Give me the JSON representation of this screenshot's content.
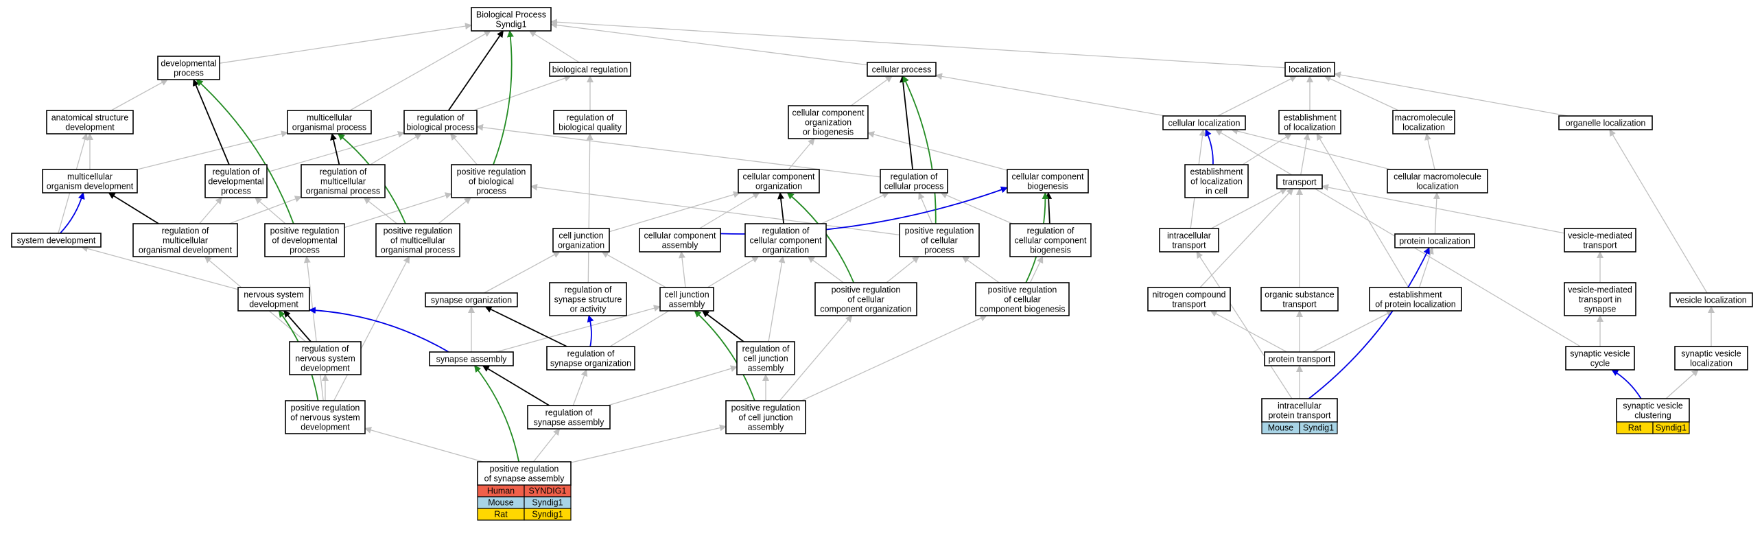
{
  "title": "GO Biological Process graph for Syndig1",
  "colors": {
    "is_a": "#c0c0c0",
    "part_of": "#000000",
    "positively_regulates": "#228b22",
    "regulates": "#0000e6",
    "human": "#f0604a",
    "mouse": "#a8d4e6",
    "rat": "#ffd700"
  },
  "nodes": [
    {
      "id": "bp",
      "lines": [
        "Biological Process",
        "Syndig1"
      ]
    },
    {
      "id": "dev",
      "lines": [
        "developmental",
        "process"
      ]
    },
    {
      "id": "bioreg",
      "lines": [
        "biological regulation"
      ]
    },
    {
      "id": "cellproc",
      "lines": [
        "cellular process"
      ]
    },
    {
      "id": "loc",
      "lines": [
        "localization"
      ]
    },
    {
      "id": "anat",
      "lines": [
        "anatomical structure",
        "development"
      ]
    },
    {
      "id": "multiproc",
      "lines": [
        "multicellular",
        "organismal process"
      ]
    },
    {
      "id": "regbio",
      "lines": [
        "regulation of",
        "biological process"
      ]
    },
    {
      "id": "regquality",
      "lines": [
        "regulation of",
        "biological quality"
      ]
    },
    {
      "id": "ccob",
      "lines": [
        "cellular component",
        "organization",
        "or biogenesis"
      ]
    },
    {
      "id": "cellloc",
      "lines": [
        "cellular localization"
      ]
    },
    {
      "id": "estloc",
      "lines": [
        "establishment",
        "of localization"
      ]
    },
    {
      "id": "macroloc",
      "lines": [
        "macromolecule",
        "localization"
      ]
    },
    {
      "id": "orgloc",
      "lines": [
        "organelle localization"
      ]
    },
    {
      "id": "multidev",
      "lines": [
        "multicellular",
        "organism development"
      ]
    },
    {
      "id": "regdev",
      "lines": [
        "regulation of",
        "developmental",
        "process"
      ]
    },
    {
      "id": "regmulti",
      "lines": [
        "regulation of",
        "multicellular",
        "organismal process"
      ]
    },
    {
      "id": "posregbio",
      "lines": [
        "positive regulation",
        "of biological",
        "process"
      ]
    },
    {
      "id": "ccorg",
      "lines": [
        "cellular component",
        "organization"
      ]
    },
    {
      "id": "regcell",
      "lines": [
        "regulation of",
        "cellular process"
      ]
    },
    {
      "id": "ccbio",
      "lines": [
        "cellular component",
        "biogenesis"
      ]
    },
    {
      "id": "estlocincell",
      "lines": [
        "establishment",
        "of localization",
        "in cell"
      ]
    },
    {
      "id": "transport",
      "lines": [
        "transport"
      ]
    },
    {
      "id": "cellmacroloc",
      "lines": [
        "cellular macromolecule",
        "localization"
      ]
    },
    {
      "id": "sysdev",
      "lines": [
        "system development"
      ]
    },
    {
      "id": "regmultidev",
      "lines": [
        "regulation of",
        "multicellular",
        "organismal development"
      ]
    },
    {
      "id": "posregdev",
      "lines": [
        "positive regulation",
        "of developmental",
        "process"
      ]
    },
    {
      "id": "posregmulti",
      "lines": [
        "positive regulation",
        "of multicellular",
        "organismal process"
      ]
    },
    {
      "id": "cjorg",
      "lines": [
        "cell junction",
        "organization"
      ]
    },
    {
      "id": "ccassembly",
      "lines": [
        "cellular component",
        "assembly"
      ]
    },
    {
      "id": "regccorg",
      "lines": [
        "regulation of",
        "cellular component",
        "organization"
      ]
    },
    {
      "id": "posregcell",
      "lines": [
        "positive regulation",
        "of cellular",
        "process"
      ]
    },
    {
      "id": "regccbio",
      "lines": [
        "regulation of",
        "cellular component",
        "biogenesis"
      ]
    },
    {
      "id": "intratrans",
      "lines": [
        "intracellular",
        "transport"
      ]
    },
    {
      "id": "protloc",
      "lines": [
        "protein localization"
      ]
    },
    {
      "id": "vesmed",
      "lines": [
        "vesicle-mediated",
        "transport"
      ]
    },
    {
      "id": "nsdev",
      "lines": [
        "nervous system",
        "development"
      ]
    },
    {
      "id": "synorg",
      "lines": [
        "synapse organization"
      ]
    },
    {
      "id": "regsynstruct",
      "lines": [
        "regulation of",
        "synapse structure",
        "or activity"
      ]
    },
    {
      "id": "cjassembly",
      "lines": [
        "cell junction",
        "assembly"
      ]
    },
    {
      "id": "posregccorg",
      "lines": [
        "positive regulation",
        "of cellular",
        "component organization"
      ]
    },
    {
      "id": "posregccbio",
      "lines": [
        "positive regulation",
        "of cellular",
        "component biogenesis"
      ]
    },
    {
      "id": "nitro",
      "lines": [
        "nitrogen compound",
        "transport"
      ]
    },
    {
      "id": "orgsub",
      "lines": [
        "organic substance",
        "transport"
      ]
    },
    {
      "id": "estprotloc",
      "lines": [
        "establishment",
        "of protein localization"
      ]
    },
    {
      "id": "vesmedsyn",
      "lines": [
        "vesicle-mediated",
        "transport in",
        "synapse"
      ]
    },
    {
      "id": "vesloc",
      "lines": [
        "vesicle localization"
      ]
    },
    {
      "id": "regnsdev",
      "lines": [
        "regulation of",
        "nervous system",
        "development"
      ]
    },
    {
      "id": "synassembly",
      "lines": [
        "synapse assembly"
      ]
    },
    {
      "id": "regsynorg",
      "lines": [
        "regulation of",
        "synapse organization"
      ]
    },
    {
      "id": "regcjassembly",
      "lines": [
        "regulation of",
        "cell junction",
        "assembly"
      ]
    },
    {
      "id": "prottrans",
      "lines": [
        "protein transport"
      ]
    },
    {
      "id": "synvescycle",
      "lines": [
        "synaptic vesicle",
        "cycle"
      ]
    },
    {
      "id": "synvesloc",
      "lines": [
        "synaptic vesicle",
        "localization"
      ]
    },
    {
      "id": "posregnsdev",
      "lines": [
        "positive regulation",
        "of nervous system",
        "development"
      ]
    },
    {
      "id": "regsynassembly",
      "lines": [
        "regulation of",
        "synapse assembly"
      ]
    },
    {
      "id": "posregcjassembly",
      "lines": [
        "positive regulation",
        "of cell junction",
        "assembly"
      ]
    },
    {
      "id": "intraprot",
      "lines": [
        "intracellular",
        "protein transport"
      ]
    },
    {
      "id": "synvesclust",
      "lines": [
        "synaptic vesicle",
        "clustering"
      ]
    },
    {
      "id": "posregsynassembly",
      "lines": [
        "positive regulation",
        "of synapse assembly"
      ]
    }
  ],
  "annotations": [
    {
      "node": "posregsynassembly",
      "rows": [
        {
          "species": "Human",
          "gene": "SYNDIG1",
          "color": "human"
        },
        {
          "species": "Mouse",
          "gene": "Syndig1",
          "color": "mouse"
        },
        {
          "species": "Rat",
          "gene": "Syndig1",
          "color": "rat"
        }
      ]
    },
    {
      "node": "intraprot",
      "rows": [
        {
          "species": "Mouse",
          "gene": "Syndig1",
          "color": "mouse"
        }
      ]
    },
    {
      "node": "synvesclust",
      "rows": [
        {
          "species": "Rat",
          "gene": "Syndig1",
          "color": "rat"
        }
      ]
    }
  ],
  "edges": [
    [
      "dev",
      "bp",
      "is_a"
    ],
    [
      "bioreg",
      "bp",
      "is_a"
    ],
    [
      "cellproc",
      "bp",
      "is_a"
    ],
    [
      "loc",
      "bp",
      "is_a"
    ],
    [
      "anat",
      "dev",
      "is_a"
    ],
    [
      "multiproc",
      "bp",
      "is_a"
    ],
    [
      "regbio",
      "bioreg",
      "is_a"
    ],
    [
      "regbio",
      "bp",
      "part_of"
    ],
    [
      "regquality",
      "bioreg",
      "is_a"
    ],
    [
      "ccob",
      "cellproc",
      "is_a"
    ],
    [
      "cellloc",
      "loc",
      "is_a"
    ],
    [
      "cellloc",
      "cellproc",
      "is_a"
    ],
    [
      "estloc",
      "loc",
      "is_a"
    ],
    [
      "macroloc",
      "loc",
      "is_a"
    ],
    [
      "orgloc",
      "loc",
      "is_a"
    ],
    [
      "multidev",
      "anat",
      "is_a"
    ],
    [
      "multidev",
      "multiproc",
      "is_a"
    ],
    [
      "regdev",
      "regbio",
      "is_a"
    ],
    [
      "regdev",
      "dev",
      "part_of"
    ],
    [
      "regmulti",
      "regbio",
      "is_a"
    ],
    [
      "regmulti",
      "multiproc",
      "part_of"
    ],
    [
      "posregbio",
      "regbio",
      "is_a"
    ],
    [
      "posregbio",
      "bp",
      "positively_regulates"
    ],
    [
      "ccorg",
      "ccob",
      "is_a"
    ],
    [
      "regcell",
      "regbio",
      "is_a"
    ],
    [
      "regcell",
      "cellproc",
      "part_of"
    ],
    [
      "ccbio",
      "ccob",
      "is_a"
    ],
    [
      "estlocincell",
      "cellloc",
      "regulates"
    ],
    [
      "estlocincell",
      "estloc",
      "is_a"
    ],
    [
      "transport",
      "estloc",
      "is_a"
    ],
    [
      "cellmacroloc",
      "macroloc",
      "is_a"
    ],
    [
      "cellmacroloc",
      "cellloc",
      "is_a"
    ],
    [
      "sysdev",
      "multidev",
      "regulates"
    ],
    [
      "sysdev",
      "anat",
      "is_a"
    ],
    [
      "regmultidev",
      "multidev",
      "part_of"
    ],
    [
      "regmultidev",
      "regdev",
      "is_a"
    ],
    [
      "regmultidev",
      "regmulti",
      "is_a"
    ],
    [
      "posregdev",
      "regdev",
      "is_a"
    ],
    [
      "posregdev",
      "posregbio",
      "is_a"
    ],
    [
      "posregdev",
      "dev",
      "positively_regulates"
    ],
    [
      "posregmulti",
      "regmulti",
      "is_a"
    ],
    [
      "posregmulti",
      "posregbio",
      "is_a"
    ],
    [
      "posregmulti",
      "multiproc",
      "positively_regulates"
    ],
    [
      "cjorg",
      "ccorg",
      "is_a"
    ],
    [
      "ccassembly",
      "ccorg",
      "is_a"
    ],
    [
      "ccassembly",
      "ccbio",
      "regulates"
    ],
    [
      "regccorg",
      "regcell",
      "is_a"
    ],
    [
      "regccorg",
      "ccorg",
      "part_of"
    ],
    [
      "posregcell",
      "regcell",
      "is_a"
    ],
    [
      "posregcell",
      "posregbio",
      "is_a"
    ],
    [
      "posregcell",
      "cellproc",
      "positively_regulates"
    ],
    [
      "regccbio",
      "regcell",
      "is_a"
    ],
    [
      "regccbio",
      "ccbio",
      "part_of"
    ],
    [
      "intratrans",
      "transport",
      "is_a"
    ],
    [
      "intratrans",
      "cellloc",
      "is_a"
    ],
    [
      "protloc",
      "cellmacroloc",
      "is_a"
    ],
    [
      "vesmed",
      "transport",
      "is_a"
    ],
    [
      "nsdev",
      "sysdev",
      "is_a"
    ],
    [
      "synorg",
      "cjorg",
      "is_a"
    ],
    [
      "regsynstruct",
      "regquality",
      "is_a"
    ],
    [
      "cjassembly",
      "cjorg",
      "is_a"
    ],
    [
      "cjassembly",
      "ccassembly",
      "is_a"
    ],
    [
      "posregccorg",
      "regccorg",
      "is_a"
    ],
    [
      "posregccorg",
      "posregcell",
      "is_a"
    ],
    [
      "posregccorg",
      "ccorg",
      "positively_regulates"
    ],
    [
      "posregccbio",
      "regccbio",
      "is_a"
    ],
    [
      "posregccbio",
      "posregcell",
      "is_a"
    ],
    [
      "posregccbio",
      "ccbio",
      "positively_regulates"
    ],
    [
      "nitro",
      "transport",
      "is_a"
    ],
    [
      "orgsub",
      "transport",
      "is_a"
    ],
    [
      "estprotloc",
      "protloc",
      "is_a"
    ],
    [
      "estprotloc",
      "estloc",
      "is_a"
    ],
    [
      "vesmedsyn",
      "vesmed",
      "is_a"
    ],
    [
      "vesloc",
      "orgloc",
      "is_a"
    ],
    [
      "regnsdev",
      "nsdev",
      "part_of"
    ],
    [
      "regnsdev",
      "regmultidev",
      "is_a"
    ],
    [
      "synassembly",
      "synorg",
      "is_a"
    ],
    [
      "synassembly",
      "cjassembly",
      "is_a"
    ],
    [
      "synassembly",
      "nsdev",
      "regulates"
    ],
    [
      "regsynorg",
      "synorg",
      "part_of"
    ],
    [
      "regsynorg",
      "regsynstruct",
      "regulates"
    ],
    [
      "regsynorg",
      "regccorg",
      "is_a"
    ],
    [
      "regcjassembly",
      "cjassembly",
      "part_of"
    ],
    [
      "regcjassembly",
      "regccorg",
      "is_a"
    ],
    [
      "prottrans",
      "nitro",
      "is_a"
    ],
    [
      "prottrans",
      "orgsub",
      "is_a"
    ],
    [
      "prottrans",
      "estprotloc",
      "is_a"
    ],
    [
      "synvescycle",
      "vesmedsyn",
      "is_a"
    ],
    [
      "synvescycle",
      "cellloc",
      "is_a"
    ],
    [
      "synvesloc",
      "vesloc",
      "is_a"
    ],
    [
      "posregnsdev",
      "regnsdev",
      "is_a"
    ],
    [
      "posregnsdev",
      "nsdev",
      "positively_regulates"
    ],
    [
      "posregnsdev",
      "posregdev",
      "is_a"
    ],
    [
      "posregnsdev",
      "posregmulti",
      "is_a"
    ],
    [
      "regsynassembly",
      "synassembly",
      "part_of"
    ],
    [
      "regsynassembly",
      "regsynorg",
      "is_a"
    ],
    [
      "regsynassembly",
      "regcjassembly",
      "is_a"
    ],
    [
      "posregcjassembly",
      "regcjassembly",
      "is_a"
    ],
    [
      "posregcjassembly",
      "cjassembly",
      "positively_regulates"
    ],
    [
      "posregcjassembly",
      "posregccorg",
      "is_a"
    ],
    [
      "posregcjassembly",
      "posregccbio",
      "is_a"
    ],
    [
      "intraprot",
      "prottrans",
      "is_a"
    ],
    [
      "intraprot",
      "intratrans",
      "is_a"
    ],
    [
      "intraprot",
      "protloc",
      "regulates"
    ],
    [
      "synvesclust",
      "synvesloc",
      "is_a"
    ],
    [
      "synvesclust",
      "synvescycle",
      "regulates"
    ],
    [
      "posregsynassembly",
      "regsynassembly",
      "is_a"
    ],
    [
      "posregsynassembly",
      "synassembly",
      "positively_regulates"
    ],
    [
      "posregsynassembly",
      "posregnsdev",
      "is_a"
    ],
    [
      "posregsynassembly",
      "posregcjassembly",
      "is_a"
    ]
  ]
}
